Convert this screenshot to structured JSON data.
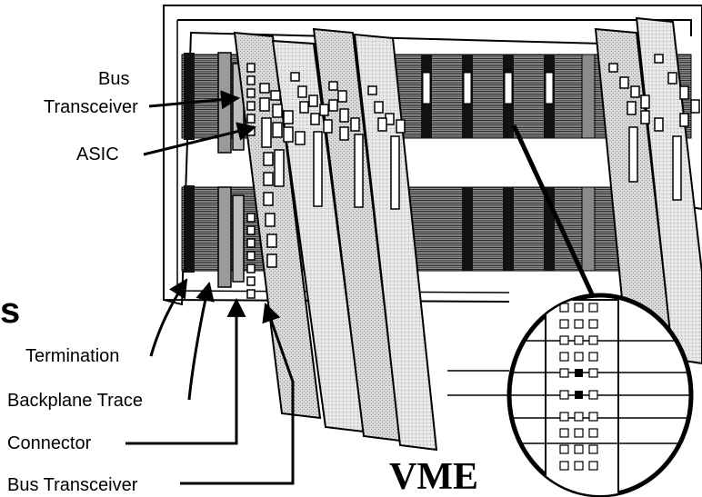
{
  "title": "VME",
  "partial_text": "s",
  "labels": {
    "bus_transceiver_top_line1": "Bus",
    "bus_transceiver_top_line2": "Transceiver",
    "asic": "ASIC",
    "termination": "Termination",
    "backplane_trace": "Backplane Trace",
    "connector": "Connector",
    "bus_transceiver_bottom": "Bus Transceiver"
  }
}
